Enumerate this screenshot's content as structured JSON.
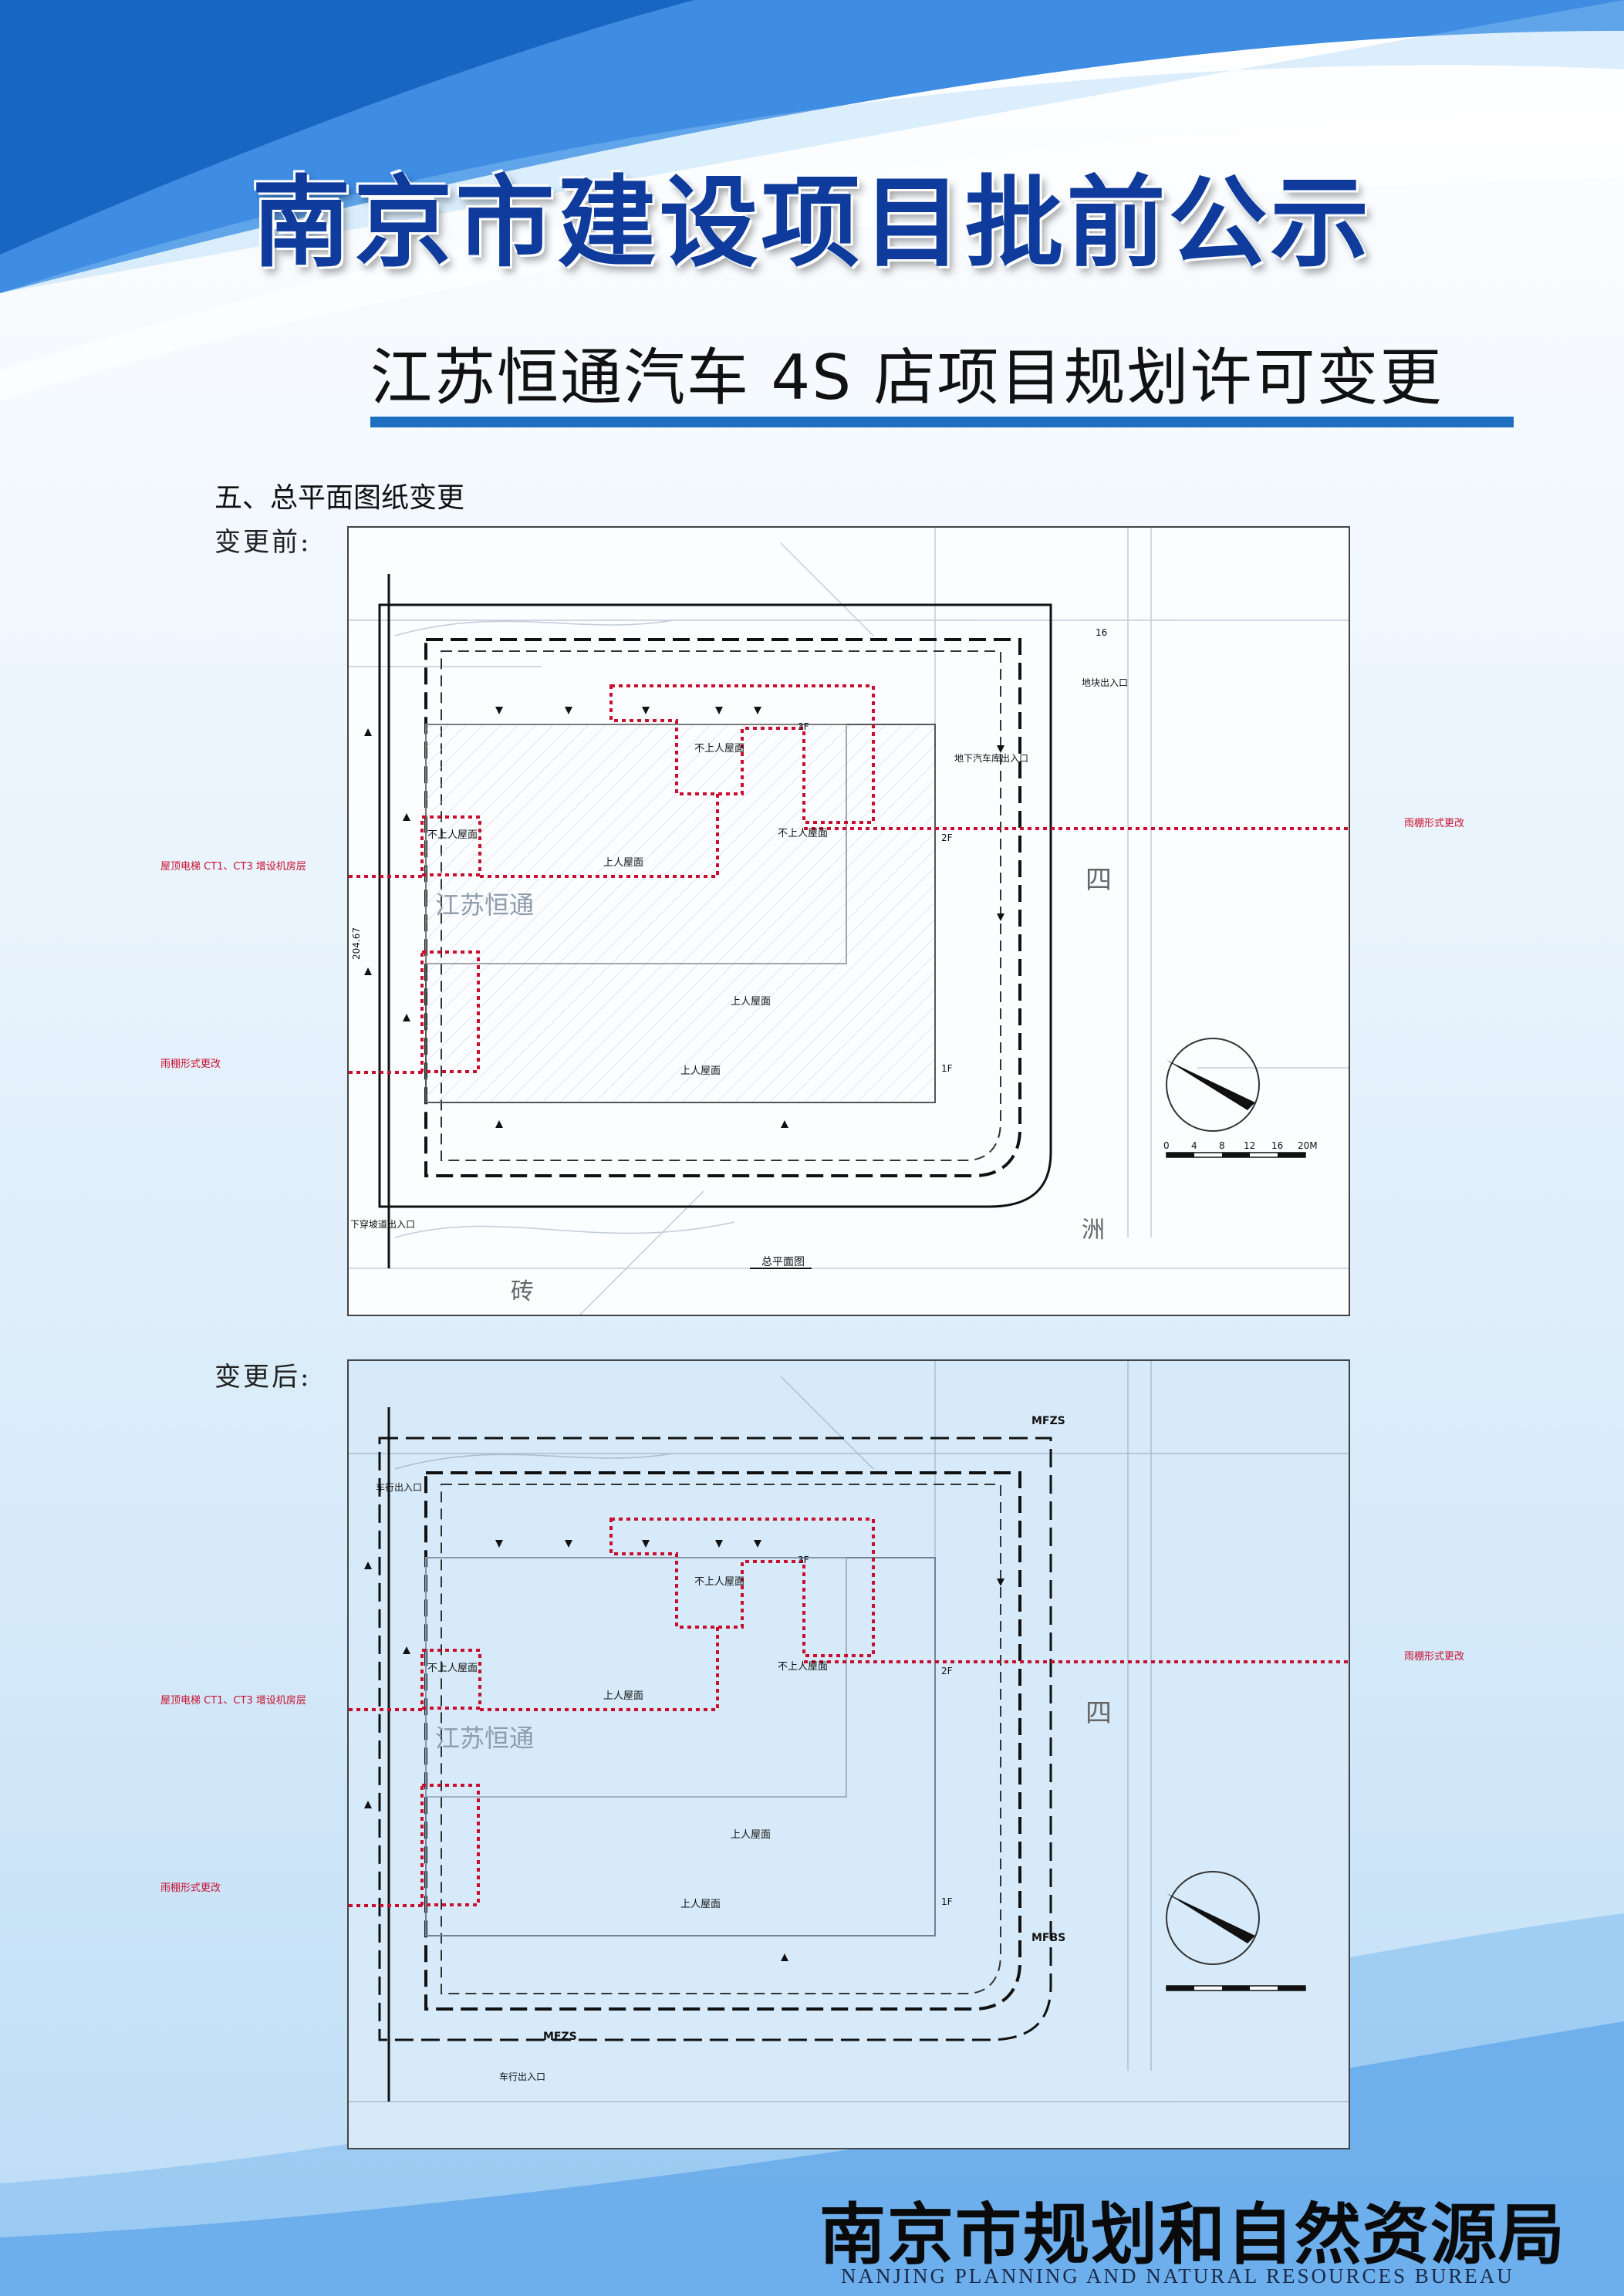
{
  "header": {
    "main_title": "南京市建设项目批前公示",
    "subtitle": "江苏恒通汽车 4S 店项目规划许可变更"
  },
  "section": {
    "heading": "五、总平面图纸变更",
    "before_label": "变更前:",
    "after_label": "变更后:"
  },
  "plan_before": {
    "roof_labels": [
      "不上人屋面",
      "不上人屋面",
      "不上人屋面",
      "上人屋面",
      "上人屋面",
      "上人屋面"
    ],
    "building_name": "江苏恒通",
    "floor_tags": [
      "3F",
      "2F",
      "1F"
    ],
    "entrance_top": "地块出入口",
    "entrance_garage": "地下汽车库出入口",
    "entrance_bottom": "下穿坡道出入口",
    "road_char_east": "四",
    "road_char_corner": "洲",
    "road_char_south": "砖",
    "callout_left_top": "屋顶电梯 CT1、CT3 增设机房层",
    "callout_left_bottom": "雨棚形式更改",
    "callout_right": "雨棚形式更改",
    "drawing_title": "总平面图",
    "dim_top": "16",
    "dim_left": "204.67",
    "scale_ticks": [
      "0",
      "4",
      "8",
      "12",
      "16",
      "20M"
    ]
  },
  "plan_after": {
    "roof_labels": [
      "不上人屋面",
      "不上人屋面",
      "不上人屋面",
      "上人屋面",
      "上人屋面",
      "上人屋面"
    ],
    "building_name": "江苏恒通",
    "floor_tags": [
      "3F",
      "2F",
      "1F"
    ],
    "entrance_top": "车行出入口",
    "entrance_bottom": "车行出入口",
    "mfzs_top": "MFZS",
    "mfzs_mid": "MFBS",
    "mfzs_bottom": "MFZS",
    "road_char_east": "四",
    "callout_left_top": "屋顶电梯 CT1、CT3 增设机房层",
    "callout_left_bottom": "雨棚形式更改",
    "callout_right": "雨棚形式更改"
  },
  "footer": {
    "org_name": "南京市规划和自然资源局",
    "org_name_en": "NANJING PLANNING AND NATURAL RESOURCES BUREAU"
  },
  "colors": {
    "title_blue": "#0f3c9c",
    "underline_blue": "#1f6fc1",
    "callout_red": "#c8102e"
  }
}
